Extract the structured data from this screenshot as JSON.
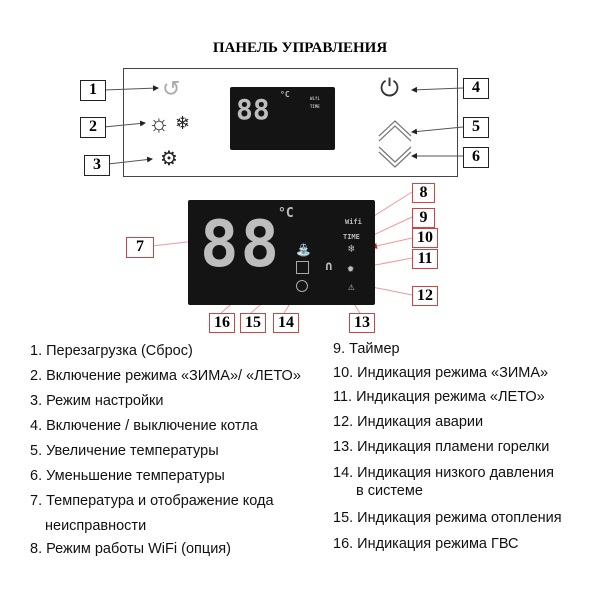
{
  "title": "ПАНЕЛЬ УПРАВЛЕНИЯ",
  "display": {
    "digits": "88",
    "unit": "°C",
    "wifi": "Wifi",
    "time": "TIME"
  },
  "callouts": [
    "1",
    "2",
    "3",
    "4",
    "5",
    "6",
    "7",
    "8",
    "9",
    "10",
    "11",
    "12",
    "13",
    "14",
    "15",
    "16"
  ],
  "colors": {
    "callout_black": "#222222",
    "callout_red": "#cc4444",
    "lcd": "#141414",
    "segment": "#bdbdbd",
    "arrow": "#cc2222"
  },
  "legend_left": [
    "1. Перезагрузка (Сброс)",
    "2. Включение режима «ЗИМА»/ «ЛЕТО»",
    "3. Режим настройки",
    "4. Включение / выключение котла",
    "5. Увеличение температуры",
    "6. Уменьшение температуры",
    "7. Температура и отображение кода",
    "неисправности",
    "8. Режим работы WiFi (опция)"
  ],
  "legend_right": [
    "9. Таймер",
    "10. Индикация режима «ЗИМА»",
    "11. Индикация режима «ЛЕТО»",
    "12. Индикация аварии",
    "13. Индикация пламени горелки",
    "14. Индикация низкого давления",
    "в системе",
    "15. Индикация режима отопления",
    "16. Индикация режима ГВС"
  ]
}
